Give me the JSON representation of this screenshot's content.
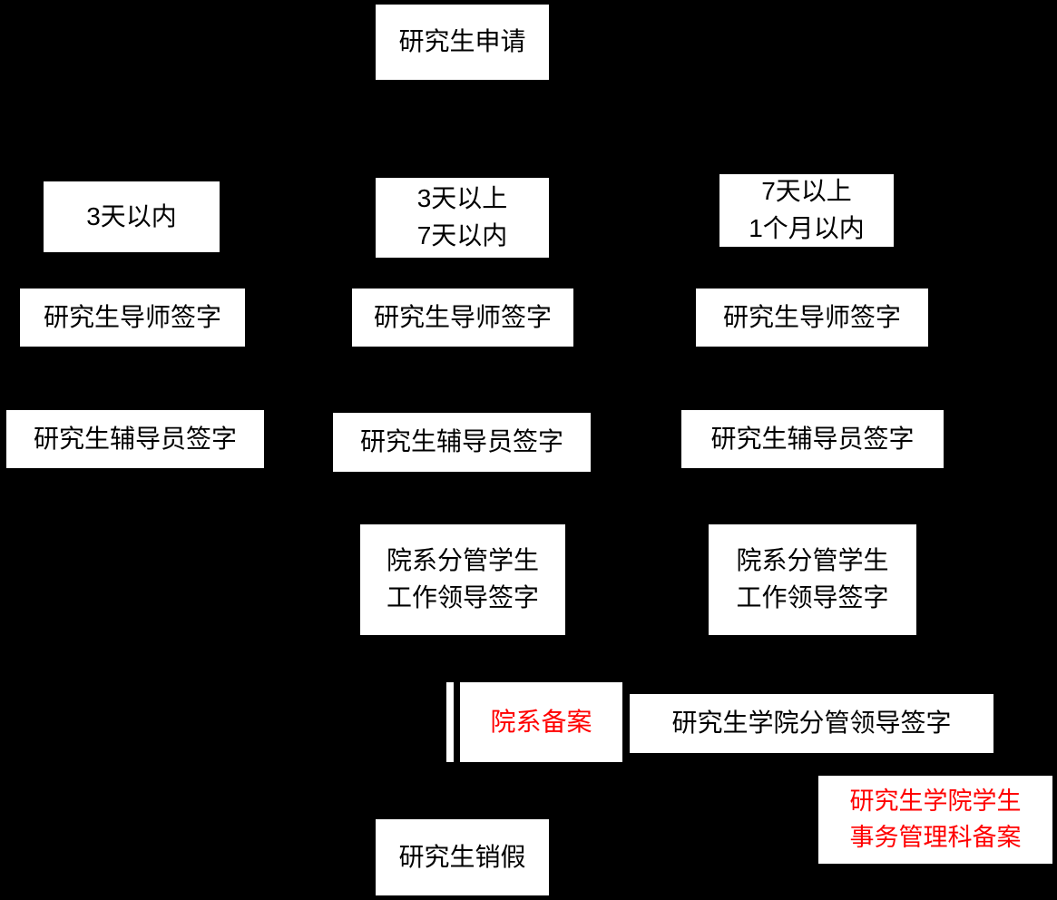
{
  "canvas": {
    "background": "#000000",
    "box_background": "#ffffff",
    "text_color": "#000000",
    "accent_red": "#ff0000"
  },
  "nodes": {
    "apply": {
      "label": "研究生申请"
    },
    "within_3_days": {
      "label": "3天以内"
    },
    "days_3_to_7": {
      "label": "3天以上\n7天以内"
    },
    "days_7_to_month": {
      "label": "7天以上\n1个月以内"
    },
    "advisor_sign_left": {
      "label": "研究生导师签字"
    },
    "advisor_sign_mid": {
      "label": "研究生导师签字"
    },
    "advisor_sign_right": {
      "label": "研究生导师签字"
    },
    "counselor_sign_left": {
      "label": "研究生辅导员签字"
    },
    "counselor_sign_mid": {
      "label": "研究生辅导员签字"
    },
    "counselor_sign_right": {
      "label": "研究生辅导员签字"
    },
    "dept_leader_sign_mid": {
      "label": "院系分管学生\n工作领导签字"
    },
    "dept_leader_sign_right": {
      "label": "院系分管学生\n工作领导签字"
    },
    "dept_filing": {
      "label": "院系备案"
    },
    "grad_school_leader_sign": {
      "label": "研究生学院分管领导签字"
    },
    "grad_school_affairs_filing": {
      "label": "研究生学院学生\n事务管理科备案"
    },
    "report_back": {
      "label": "研究生销假"
    }
  }
}
